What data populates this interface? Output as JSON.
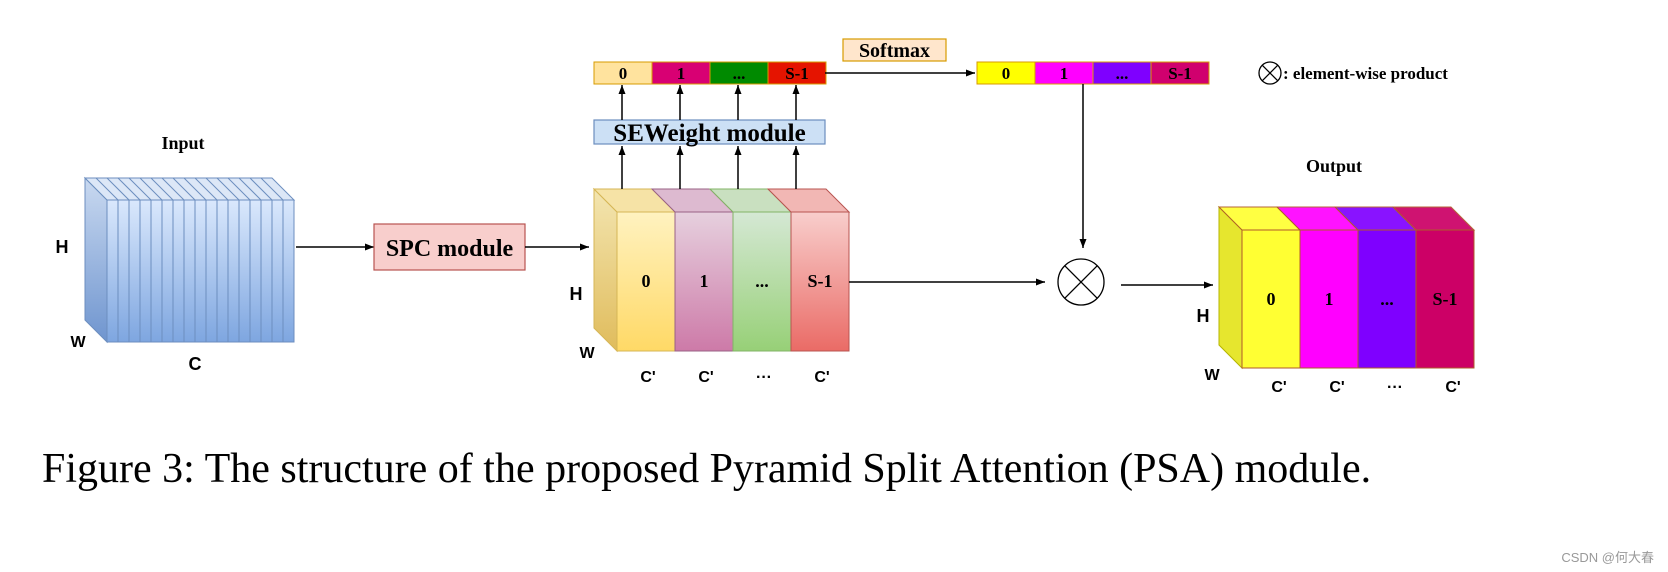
{
  "diagram": {
    "input": {
      "title": "Input",
      "h_label": "H",
      "w_label": "W",
      "c_label": "C"
    },
    "spc_module": {
      "label": "SPC module"
    },
    "split": {
      "h_label": "H",
      "w_label": "W",
      "blocks": [
        {
          "label": "0",
          "channel": "C'",
          "front": [
            "#FFF2C0",
            "#FFD966"
          ],
          "top": "#F6E3A6",
          "border": "#D6B656"
        },
        {
          "label": "1",
          "channel": "C'",
          "front": [
            "#E6D0DE",
            "#CD7AA8"
          ],
          "top": "#DDBAD0",
          "border": "#996185"
        },
        {
          "label": "...",
          "channel": "···",
          "front": [
            "#D5E8D4",
            "#97D077"
          ],
          "top": "#C9E0C0",
          "border": "#82B366"
        },
        {
          "label": "S-1",
          "channel": "C'",
          "front": [
            "#F8CECC",
            "#EA6B66"
          ],
          "top": "#F2B7B4",
          "border": "#B85450"
        }
      ]
    },
    "seweight_module": {
      "label": "SEWeight module"
    },
    "weights": [
      {
        "label": "0",
        "color": "#FFE39E"
      },
      {
        "label": "1",
        "color": "#D80073"
      },
      {
        "label": "...",
        "color": "#008A00"
      },
      {
        "label": "S-1",
        "color": "#E51400"
      }
    ],
    "softmax": {
      "label": "Softmax"
    },
    "softmax_out": [
      {
        "label": "0",
        "color": "#FFFF00"
      },
      {
        "label": "1",
        "color": "#FF00FF"
      },
      {
        "label": "...",
        "color": "#7F00FF"
      },
      {
        "label": "S-1",
        "color": "#D0006E"
      }
    ],
    "legend": {
      "text": ": element-wise product"
    },
    "output": {
      "title": "Output",
      "h_label": "H",
      "w_label": "W",
      "blocks": [
        {
          "label": "0",
          "channel": "C'",
          "color": "#FFFF33"
        },
        {
          "label": "1",
          "channel": "C'",
          "color": "#FF00FF"
        },
        {
          "label": "...",
          "channel": "···",
          "color": "#7F00FF"
        },
        {
          "label": "S-1",
          "channel": "C'",
          "color": "#CC0066"
        }
      ]
    }
  },
  "caption": "Figure 3: The structure of the proposed Pyramid Split Attention (PSA) module.",
  "watermark": "CSDN @何大春"
}
